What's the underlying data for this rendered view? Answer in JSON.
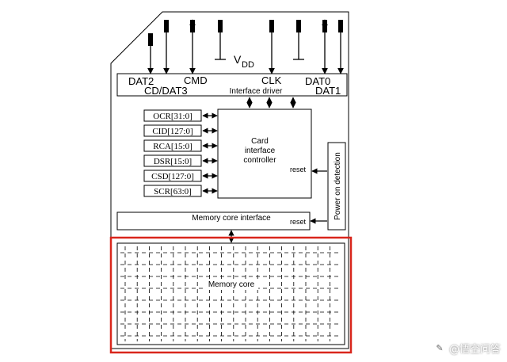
{
  "pins": {
    "dat2": "DAT2",
    "cd_dat3": "CD/DAT3",
    "cmd": "CMD",
    "vdd_main": "V",
    "vdd_sub": "DD",
    "clk": "CLK",
    "dat0": "DAT0",
    "dat1": "DAT1"
  },
  "blocks": {
    "interface_driver": "Interface driver",
    "card_controller_line1": "Card",
    "card_controller_line2": "interface",
    "card_controller_line3": "controller",
    "controller_reset": "reset",
    "power_on_detection": "Power on detection",
    "memory_core_interface": "Memory core interface",
    "memory_core_reset": "reset",
    "memory_core": "Memory core"
  },
  "registers": [
    {
      "label": "OCR[31:0]"
    },
    {
      "label": "CID[127:0]"
    },
    {
      "label": "RCA[15:0]"
    },
    {
      "label": "DSR[15:0]"
    },
    {
      "label": "CSD[127:0]"
    },
    {
      "label": "SCR[63:0]"
    }
  ],
  "colors": {
    "highlight": "#d9261c"
  },
  "watermark": {
    "text": "@悟空问答",
    "icon": "chat-bubble-icon"
  }
}
